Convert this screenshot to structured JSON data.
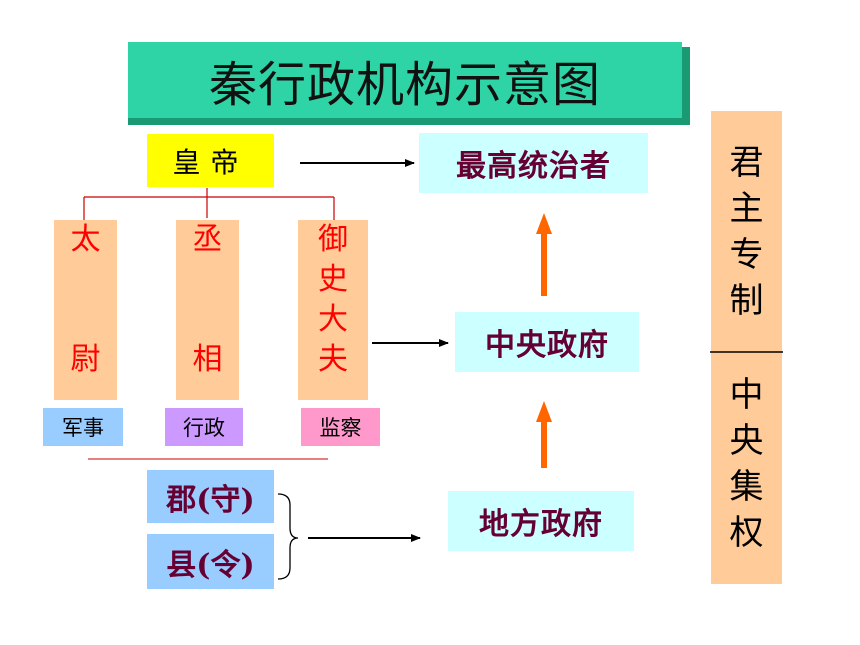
{
  "title": "秦行政机构示意图",
  "emperor": "皇帝",
  "officials": [
    {
      "chars": [
        "太",
        "",
        "",
        "尉"
      ],
      "duty": "军事",
      "duty_color": "#99ccff"
    },
    {
      "chars": [
        "丞",
        "",
        "",
        "相"
      ],
      "duty": "行政",
      "duty_color": "#cc99ff"
    },
    {
      "chars": [
        "御",
        "史",
        "大",
        "夫"
      ],
      "duty": "监察",
      "duty_color": "#ff99cc"
    }
  ],
  "levels": {
    "top": "最高统治者",
    "central": "中央政府",
    "local": "地方政府"
  },
  "local_units": [
    "郡(守)",
    "县(令)"
  ],
  "side_column": {
    "upper": "君主专制",
    "lower": "中央集权"
  },
  "colors": {
    "title_bg": "#2fd4a6",
    "emperor_bg": "#ffff00",
    "official_bg": "#ffcc99",
    "official_text": "#ff0000",
    "level_bg": "#ccffff",
    "level_text": "#660033",
    "local_bg": "#99ccff",
    "up_arrow": "#ff6600",
    "connector": "#cc0000"
  }
}
